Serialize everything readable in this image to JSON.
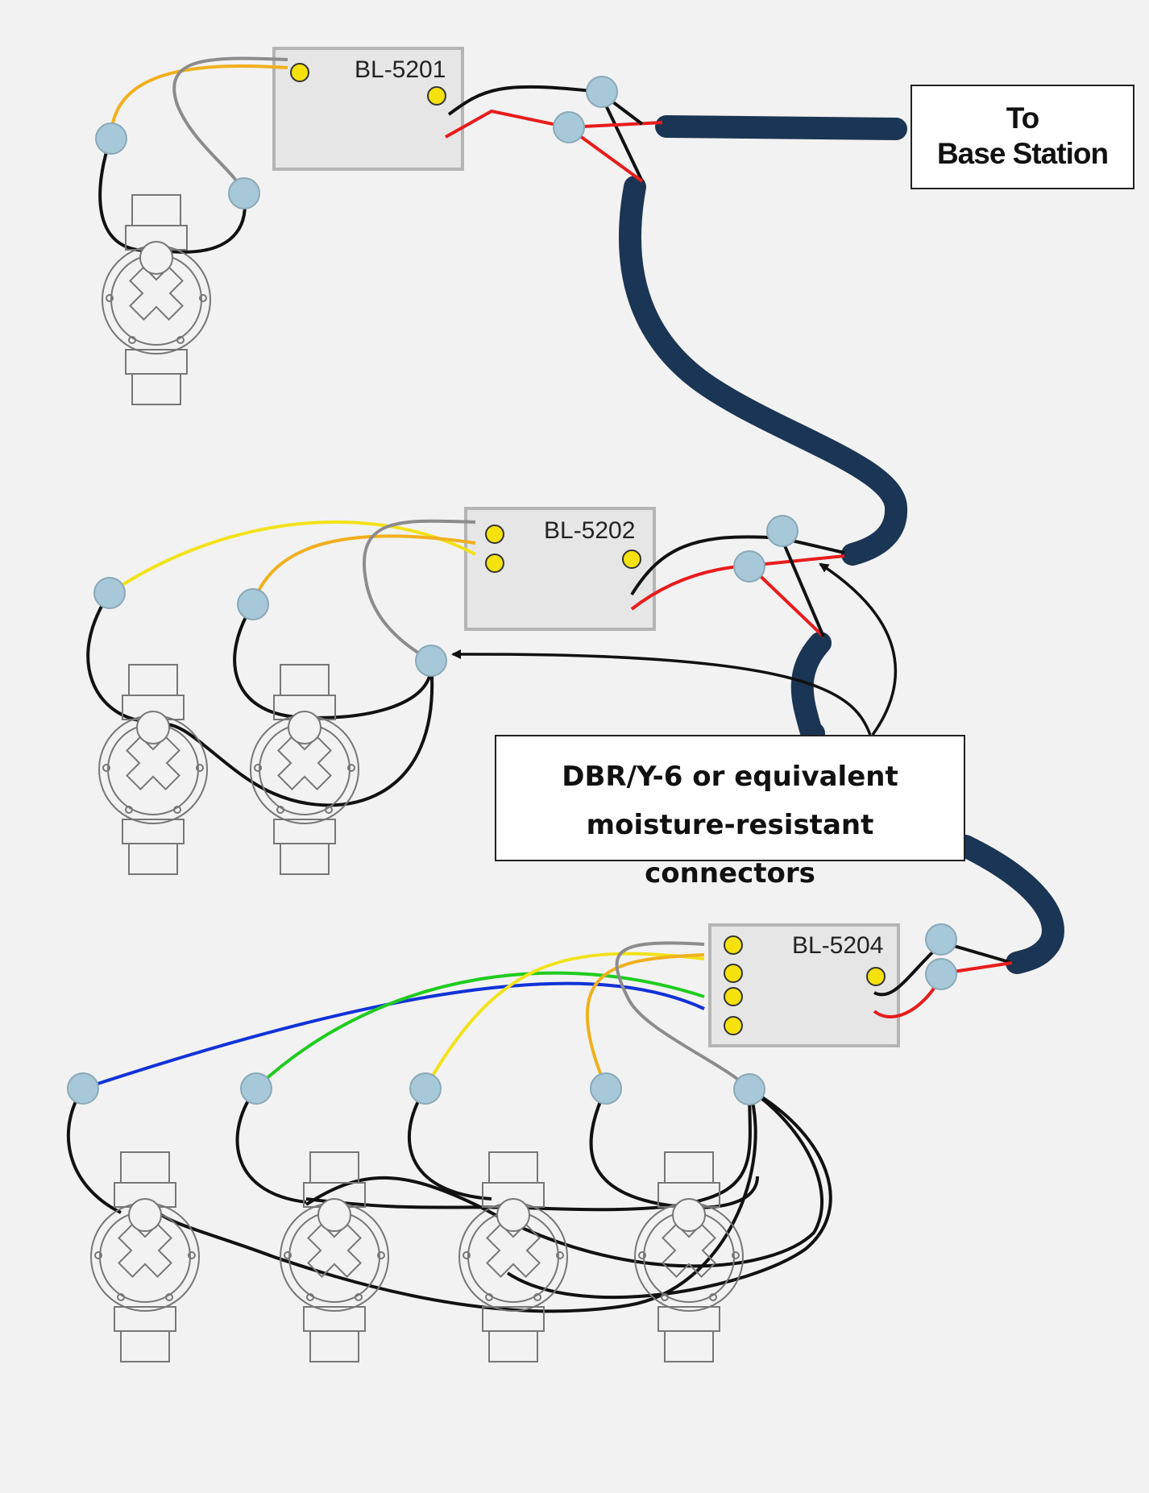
{
  "decoders": [
    {
      "id": "d1",
      "label": "BL-5201"
    },
    {
      "id": "d2",
      "label": "BL-5202"
    },
    {
      "id": "d3",
      "label": "BL-5204"
    }
  ],
  "base_station": {
    "line1": "To",
    "line2": "Base Station"
  },
  "connector_note": {
    "line1": "DBR/Y-6 or equivalent",
    "line2": "moisture-resistant connectors"
  },
  "colors": {
    "cable": "#1b3554",
    "connector": "#a7c8d8",
    "terminal": "#f4e10e",
    "decoder_fill": "#e6e6e6",
    "decoder_border": "#b5b5b5",
    "wire_black": "#111111",
    "wire_red": "#e81c1c",
    "wire_gray": "#8c8c8c",
    "wire_yellow": "#f2e21a",
    "wire_orange": "#f0b01e",
    "wire_green": "#1fcc1f",
    "wire_blue": "#1232d8"
  }
}
